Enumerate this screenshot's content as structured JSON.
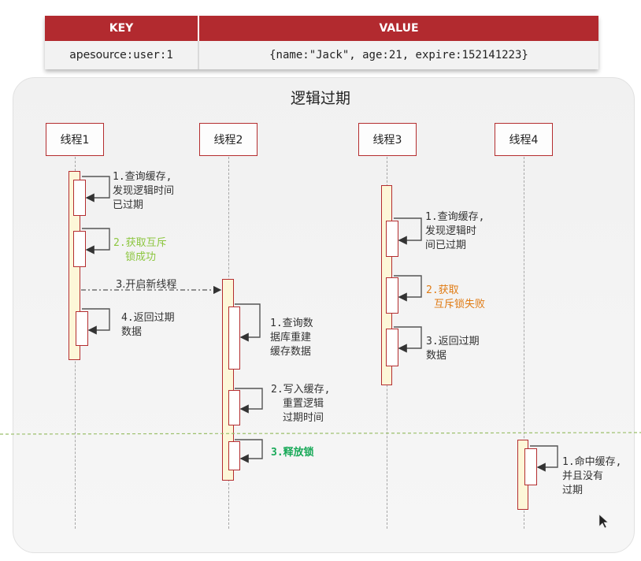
{
  "table": {
    "header": {
      "key": "KEY",
      "value": "VALUE"
    },
    "row": {
      "key_prefix": "apesource",
      "key_suffix": ":user:1",
      "value": "{name:\"Jack\", age:21, expire:152141223}"
    }
  },
  "diagram": {
    "title": "逻辑过期",
    "threads": [
      "线程1",
      "线程2",
      "线程3",
      "线程4"
    ],
    "thread1": {
      "step1": [
        "1.查询缓存,",
        "发现逻辑时间",
        "已过期"
      ],
      "step2": [
        "2.获取互斥",
        "锁成功"
      ],
      "step3": "3.开启新线程",
      "step4": [
        "4.返回过期",
        "数据"
      ]
    },
    "thread2": {
      "step1": [
        "1.查询数",
        "据库重建",
        "缓存数据"
      ],
      "step2": [
        "2.写入缓存,",
        "重置逻辑",
        "过期时间"
      ],
      "step3": "3.释放锁"
    },
    "thread3": {
      "step1": [
        "1.查询缓存,",
        "发现逻辑时",
        "间已过期"
      ],
      "step2": [
        "2.获取",
        "互斥锁失败"
      ],
      "step3": [
        "3.返回过期",
        "数据"
      ]
    },
    "thread4": {
      "step1": [
        "1.命中缓存,",
        "并且没有",
        "过期"
      ]
    },
    "colors": {
      "header_red": "#b22a2f",
      "box_border": "#b42d2f",
      "activation_fill": "#fdf7d8",
      "success_green": "#8cc63f",
      "fail_orange": "#e07b14",
      "release_green": "#18a958",
      "divider_green": "#9bbf6a"
    }
  }
}
